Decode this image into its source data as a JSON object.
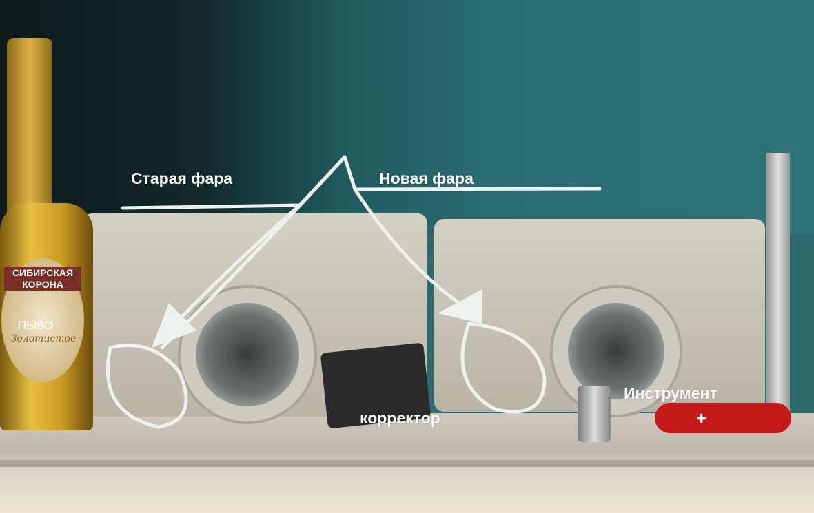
{
  "annotations": {
    "old_headlight": "Старая фара",
    "new_headlight": "Новая фара",
    "beer": "ПЫВО",
    "corrector": "корректор",
    "tool": "Инструмент"
  },
  "bottle_label": {
    "brand": "СИБИРСКАЯ КОРОНА",
    "variety": "Золотистое"
  },
  "colors": {
    "wall": "#2c6a6e",
    "annotation": "#ffffff",
    "knife": "#c41a1a"
  }
}
